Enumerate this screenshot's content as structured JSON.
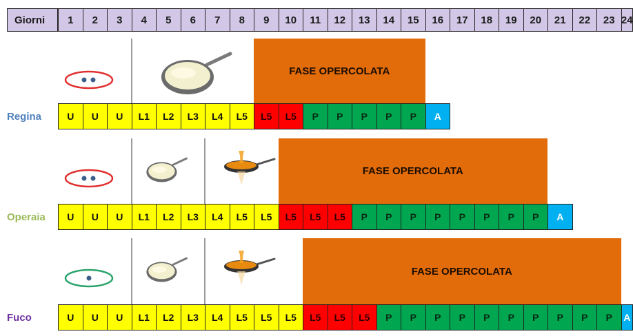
{
  "header": {
    "label": "Giorni",
    "days": [
      "1",
      "2",
      "3",
      "4",
      "5",
      "6",
      "7",
      "8",
      "9",
      "10",
      "11",
      "12",
      "13",
      "14",
      "15",
      "16",
      "17",
      "18",
      "19",
      "20",
      "21",
      "22",
      "23",
      "24"
    ]
  },
  "phase_label": "FASE OPERCOLATA",
  "castes": [
    {
      "name": "Regina",
      "name_color": "#4f81bd",
      "eye_color": "#e03030",
      "eggs": 2,
      "food": [
        "royal-jelly"
      ],
      "stages": [
        "U",
        "U",
        "U",
        "L1",
        "L2",
        "L3",
        "L4",
        "L5",
        "L5",
        "L5",
        "P",
        "P",
        "P",
        "P",
        "P",
        "A"
      ]
    },
    {
      "name": "Operaia",
      "name_color": "#9bbb59",
      "eye_color": "#e03030",
      "eggs": 2,
      "food": [
        "royal-jelly",
        "honey-pollen"
      ],
      "stages": [
        "U",
        "U",
        "U",
        "L1",
        "L2",
        "L3",
        "L4",
        "L5",
        "L5",
        "L5",
        "L5",
        "L5",
        "P",
        "P",
        "P",
        "P",
        "P",
        "P",
        "P",
        "P",
        "A"
      ]
    },
    {
      "name": "Fuco",
      "name_color": "#7030a0",
      "eye_color": "#2aa36b",
      "eggs": 1,
      "food": [
        "royal-jelly",
        "honey-pollen"
      ],
      "stages": [
        "U",
        "U",
        "U",
        "L1",
        "L2",
        "L3",
        "L4",
        "L5",
        "L5",
        "L5",
        "L5",
        "L5",
        "L5",
        "P",
        "P",
        "P",
        "P",
        "P",
        "P",
        "P",
        "P",
        "P",
        "P",
        "A"
      ]
    }
  ],
  "colors": {
    "header": "#d2c7e6",
    "egg_larva": "#ffff00",
    "sealed_larva": "#ff0000",
    "pupa": "#00a650",
    "adult": "#00b0f0",
    "phase": "#e26b0a"
  }
}
